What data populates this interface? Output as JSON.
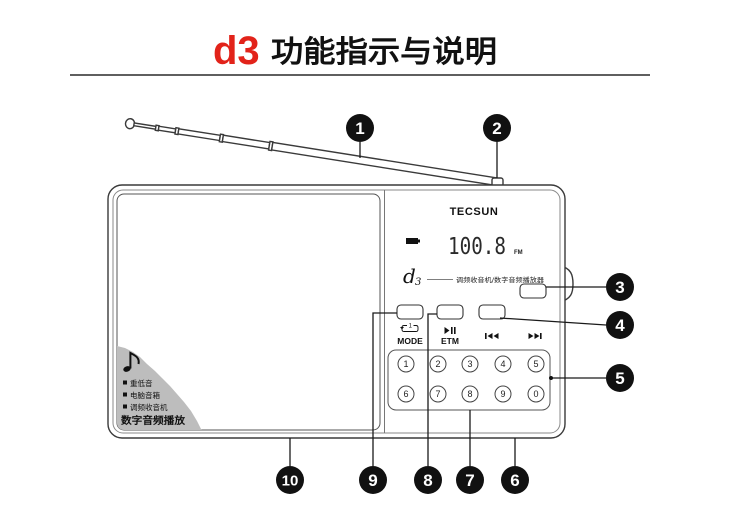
{
  "header": {
    "model": "d3",
    "title": "功能指示与说明"
  },
  "colors": {
    "model_title": "#e2231a",
    "callout": "#111111",
    "feature_shading": "#bdbdbd"
  },
  "callouts": [
    "1",
    "2",
    "3",
    "4",
    "5",
    "6",
    "7",
    "8",
    "9",
    "10"
  ],
  "radio": {
    "brand": "TECSUN",
    "display": {
      "battery_icon": "battery-icon",
      "frequency": "100.8",
      "band": "FM"
    },
    "logo": {
      "model_letter": "d",
      "model_number": "3",
      "tagline": "调频收音机/数字音频播放器"
    },
    "controls": [
      {
        "icon": "repeat-one-icon",
        "icon_badge": "1",
        "label": "MODE"
      },
      {
        "icon": "play-pause-icon",
        "label": "ETM"
      },
      {
        "icon": "previous-track-icon"
      },
      {
        "icon": "next-track-icon"
      }
    ],
    "keypad": [
      "1",
      "2",
      "3",
      "4",
      "5",
      "6",
      "7",
      "8",
      "9",
      "0"
    ],
    "speaker_panel": {
      "icon": "music-note-icon",
      "features": [
        "重低音",
        "电脑音箱",
        "调频收音机"
      ],
      "caption": "数字音频播放"
    }
  }
}
